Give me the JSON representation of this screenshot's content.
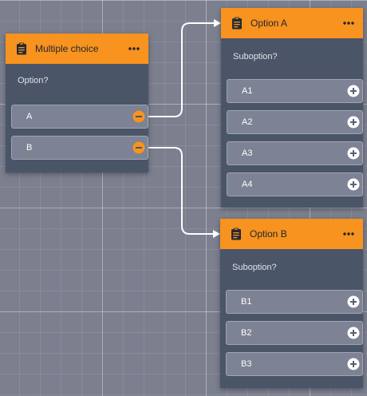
{
  "colors": {
    "header": "#f7931e",
    "card_body": "#4a5568",
    "row": "#7d8294",
    "connector": "#ffffff",
    "remove_icon": "#f7931e",
    "add_icon": "#ffffff"
  },
  "nodes": {
    "multiple_choice": {
      "title": "Multiple choice",
      "question": "Option?",
      "options": [
        "A",
        "B"
      ],
      "option_icon": "minus-circle-icon"
    },
    "option_a": {
      "title": "Option A",
      "question": "Suboption?",
      "options": [
        "A1",
        "A2",
        "A3",
        "A4"
      ],
      "option_icon": "plus-circle-icon"
    },
    "option_b": {
      "title": "Option B",
      "question": "Suboption?",
      "options": [
        "B1",
        "B2",
        "B3"
      ],
      "option_icon": "plus-circle-icon"
    }
  },
  "icons": {
    "header": "clipboard-icon",
    "menu": "more-horizontal-icon"
  }
}
